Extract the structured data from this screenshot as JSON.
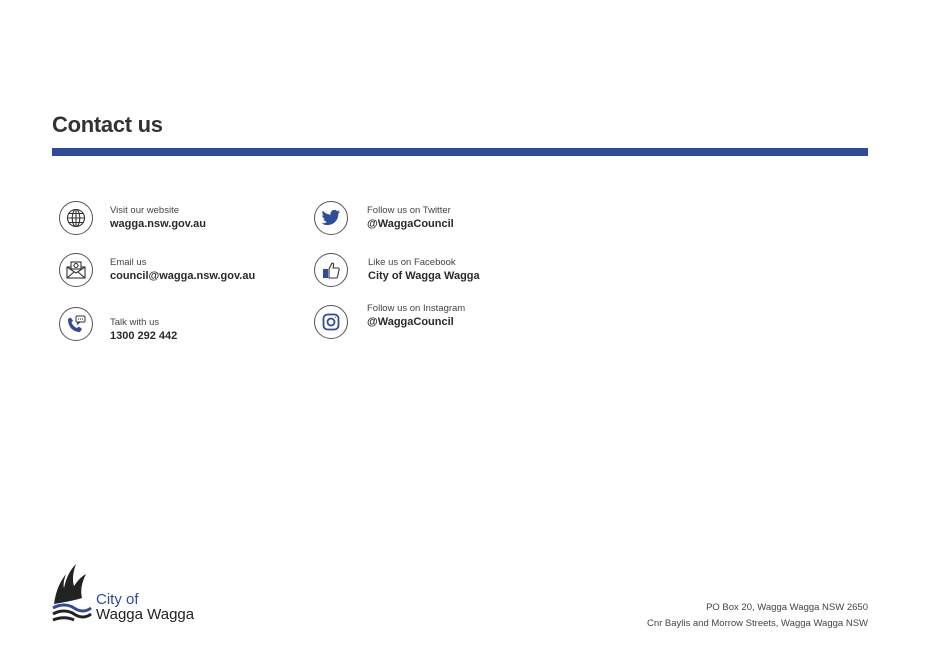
{
  "page": {
    "title": "Contact us",
    "accent_color": "#2e4b9c"
  },
  "contacts": [
    {
      "icon": "globe-icon",
      "label": "Visit our website",
      "value": "wagga.nsw.gov.au"
    },
    {
      "icon": "email-icon",
      "label": "Email us",
      "value": "council@wagga.nsw.gov.au"
    },
    {
      "icon": "phone-chat-icon",
      "label": "Talk with us",
      "value": "1300 292 442"
    },
    {
      "icon": "twitter-icon",
      "label": "Follow us on Twitter",
      "value": "@WaggaCouncil"
    },
    {
      "icon": "thumbs-up-icon",
      "label": "Like us on Facebook",
      "value": "City of Wagga Wagga"
    },
    {
      "icon": "instagram-icon",
      "label": "Follow us on Instagram",
      "value": "@WaggaCouncil"
    }
  ],
  "logo": {
    "line1": "City of",
    "line2": "Wagga Wagga"
  },
  "address": {
    "line1": "PO Box 20, Wagga Wagga NSW 2650",
    "line2": "Cnr Baylis and Morrow Streets, Wagga Wagga NSW"
  }
}
